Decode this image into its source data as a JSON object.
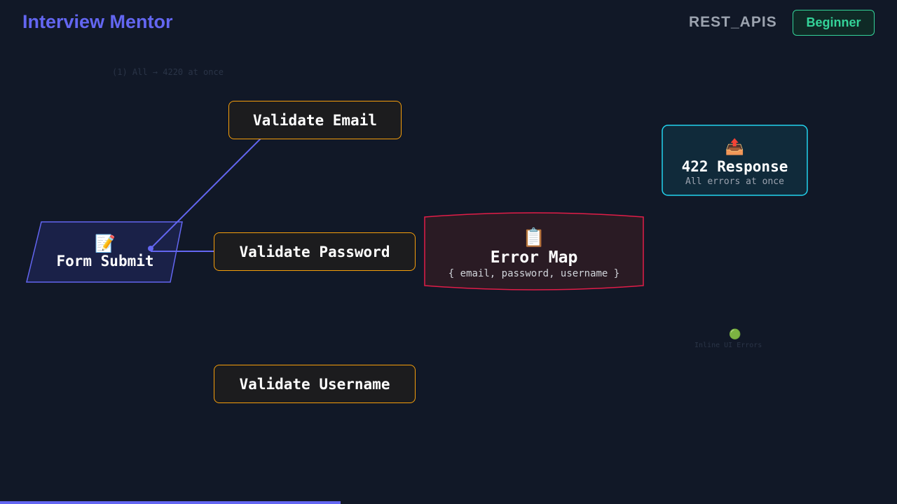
{
  "header": {
    "brand": "Interview Mentor",
    "topic": "REST_APIS",
    "level": "Beginner"
  },
  "faded": {
    "top_caption": "(1) All → 4220 at once",
    "inline_icon": "🟢",
    "inline_label": "Inline UI Errors"
  },
  "nodes": {
    "form_submit": {
      "icon": "📝",
      "label": "Form Submit"
    },
    "validate_email": {
      "label": "Validate Email"
    },
    "validate_password": {
      "label": "Validate Password"
    },
    "validate_username": {
      "label": "Validate Username"
    },
    "error_map": {
      "icon": "📋",
      "label": "Error Map",
      "sub": "{ email, password, username }"
    },
    "response": {
      "icon": "📤",
      "label": "422 Response",
      "sub": "All errors at once"
    }
  },
  "colors": {
    "background": "#111827",
    "accent": "#6366f1",
    "validate_border": "#f59e0b",
    "error_border": "#e11d48",
    "response_border": "#22d3ee",
    "level_badge": "#34d399"
  },
  "progress": {
    "value": 0.38
  }
}
